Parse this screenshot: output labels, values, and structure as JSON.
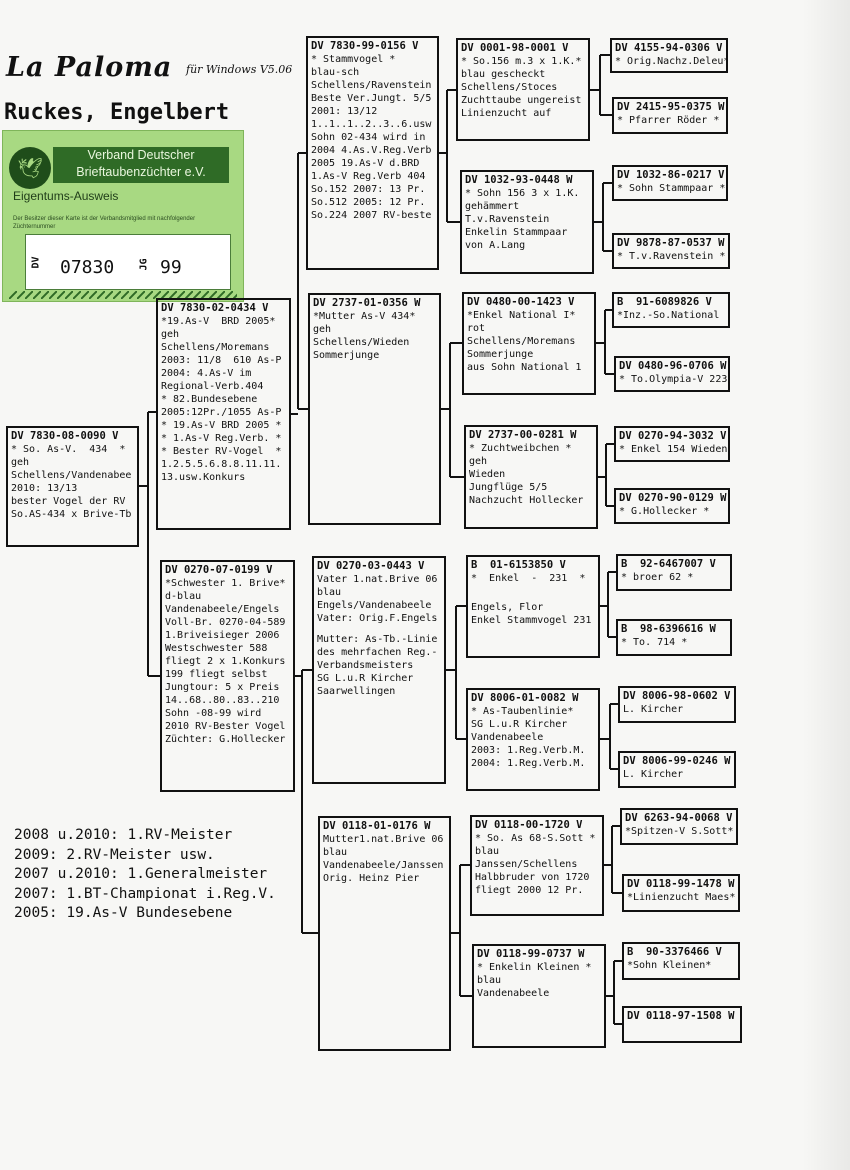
{
  "header": {
    "app_title": "La Paloma",
    "app_subtitle": "für Windows V5.06",
    "owner": "Ruckes, Engelbert"
  },
  "stamp": {
    "banner_line1": "Verband Deutscher",
    "banner_line2": "Brieftaubenzüchter e.V.",
    "label": "Eigentums-Ausweis",
    "small_text": "Der Besitzer dieser Karte ist der Verbandsmitglied mit nachfolgender Züchternummer",
    "dv": "DV",
    "member_no": "07830",
    "jg": "JG",
    "year": "99"
  },
  "pedigree": {
    "subject": {
      "ring": "DV 7830-08-0090 V",
      "lines": [
        "* So. As-V.  434  *",
        "geh",
        "Schellens/Vandenabee",
        "2010: 13/13",
        "bester Vogel der RV",
        "So.AS-434 x Brive-Tb"
      ]
    },
    "father": {
      "ring": "DV 7830-02-0434 V",
      "lines": [
        "*19.As-V  BRD 2005*",
        "geh",
        "Schellens/Moremans",
        "2003: 11/8  610 As-P",
        "2004: 4.As-V im",
        "Regional-Verb.404",
        "* 82.Bundesebene",
        "2005:12Pr./1055 As-P",
        "* 19.As-V BRD 2005 *",
        "* 1.As-V Reg.Verb. *",
        "* Bester RV-Vogel  *",
        "1.2.5.5.6.8.8.11.11.",
        "13.usw.Konkurs"
      ]
    },
    "mother": {
      "ring": "DV 0270-07-0199 V",
      "lines": [
        "*Schwester 1. Brive*",
        "d-blau",
        "Vandenabeele/Engels",
        "Voll-Br. 0270-04-589",
        "1.Briveisieger 2006",
        "Westschwester 588",
        "fliegt 2 x 1.Konkurs",
        "199 fliegt selbst",
        "Jungtour: 5 x Preis",
        "14..68..80..83..210",
        "Sohn -08-99 wird",
        "2010 RV-Bester Vogel",
        "Züchter: G.Hollecker"
      ]
    },
    "ff": {
      "ring": "DV 7830-99-0156 V",
      "lines": [
        "* Stammvogel *",
        "blau-sch",
        "Schellens/Ravenstein",
        "Beste Ver.Jungt. 5/5",
        "2001: 13/12",
        "1..1..1..2..3..6.usw",
        "Sohn 02-434 wird in",
        "2004 4.As.V.Reg.Verb",
        "2005 19.As-V d.BRD",
        "1.As-V Reg.Verb 404",
        "So.152 2007: 13 Pr.",
        "So.512 2005: 12 Pr.",
        "So.224 2007 RV-beste"
      ]
    },
    "fm": {
      "ring": "DV 2737-01-0356 W",
      "lines": [
        "*Mutter As-V 434*",
        "geh",
        "Schellens/Wieden",
        "Sommerjunge"
      ]
    },
    "mf": {
      "ring": "DV 0270-03-0443 V",
      "lines": [
        "Vater 1.nat.Brive 06",
        "blau",
        "Engels/Vandenabeele",
        "Vater: Orig.F.Engels",
        "",
        "Mutter: As-Tb.-Linie",
        "des mehrfachen Reg.-",
        "Verbandsmeisters",
        "SG L.u.R Kircher",
        "Saarwellingen"
      ]
    },
    "mm": {
      "ring": "DV 0118-01-0176 W",
      "lines": [
        "Mutter1.nat.Brive 06",
        "blau",
        "Vandenabeele/Janssen",
        "Orig. Heinz Pier"
      ]
    },
    "fff": {
      "ring": "DV 0001-98-0001 V",
      "lines": [
        "* So.156 m.3 x 1.K.*",
        "blau gescheckt",
        "Schellens/Stoces",
        "Zuchttaube ungereist",
        "Linienzucht auf"
      ]
    },
    "ffm": {
      "ring": "DV 1032-93-0448 W",
      "lines": [
        "* Sohn 156 3 x 1.K.",
        "gehämmert",
        "T.v.Ravenstein",
        "Enkelin Stammpaar",
        "von A.Lang"
      ]
    },
    "fmf": {
      "ring": "DV 0480-00-1423 V",
      "lines": [
        "*Enkel National I*",
        "rot",
        "Schellens/Moremans",
        "Sommerjunge",
        "aus Sohn National 1"
      ]
    },
    "fmm": {
      "ring": "DV 2737-00-0281 W",
      "lines": [
        "* Zuchtweibchen *",
        "geh",
        "Wieden",
        "Jungflüge 5/5",
        "Nachzucht Hollecker"
      ]
    },
    "mff": {
      "ring": "B  01-6153850 V",
      "lines": [
        "*  Enkel  -  231  *",
        "",
        "",
        "Engels, Flor",
        "Enkel Stammvogel 231"
      ]
    },
    "mfm": {
      "ring": "DV 8006-01-0082 W",
      "lines": [
        "* As-Taubenlinie*",
        "SG L.u.R Kircher",
        "Vandenabeele",
        "2003: 1.Reg.Verb.M.",
        "2004: 1.Reg.Verb.M."
      ]
    },
    "mmf": {
      "ring": "DV 0118-00-1720 V",
      "lines": [
        "* So. As 68-S.Sott *",
        "blau",
        "Janssen/Schellens",
        "Halbbruder von 1720",
        "fliegt 2000 12 Pr."
      ]
    },
    "mmm": {
      "ring": "DV 0118-99-0737 W",
      "lines": [
        "* Enkelin Kleinen *",
        "blau",
        "Vandenabeele"
      ]
    },
    "g4": [
      {
        "ring": "DV 4155-94-0306 V",
        "note": "* Orig.Nachz.Deleu*"
      },
      {
        "ring": "DV 2415-95-0375 W",
        "note": "* Pfarrer Röder *"
      },
      {
        "ring": "DV 1032-86-0217 V",
        "note": "* Sohn Stammpaar *"
      },
      {
        "ring": "DV 9878-87-0537 W",
        "note": "* T.v.Ravenstein *"
      },
      {
        "ring": "B  91-6089826 V",
        "note": "*Inz.-So.National  *"
      },
      {
        "ring": "DV 0480-96-0706 W",
        "note": "* To.Olympia-V 223 *"
      },
      {
        "ring": "DV 0270-94-3032 V",
        "note": "* Enkel 154 Wieden *"
      },
      {
        "ring": "DV 0270-90-0129 W",
        "note": "* G.Hollecker *"
      },
      {
        "ring": "B  92-6467007 V",
        "note": "* broer 62 *"
      },
      {
        "ring": "B  98-6396616 W",
        "note": "* To. 714 *"
      },
      {
        "ring": "DV 8006-98-0602 V",
        "note": "L. Kircher"
      },
      {
        "ring": "DV 8006-99-0246 W",
        "note": "L. Kircher"
      },
      {
        "ring": "DV 6263-94-0068 V",
        "note": "*Spitzen-V S.Sott*"
      },
      {
        "ring": "DV 0118-99-1478 W",
        "note": "*Linienzucht Maes*"
      },
      {
        "ring": "B  90-3376466 V",
        "note": "*Sohn Kleinen*"
      },
      {
        "ring": "DV 0118-97-1508 W",
        "note": ""
      }
    ]
  },
  "achievements": [
    "2008 u.2010: 1.RV-Meister",
    "2009: 2.RV-Meister usw.",
    "2007 u.2010: 1.Generalmeister",
    "2007: 1.BT-Championat i.Reg.V.",
    "2005: 19.As-V Bundesebene"
  ],
  "colors": {
    "stamp_green": "#a8d982",
    "stamp_dark": "#2f6b26",
    "line": "#111111"
  }
}
